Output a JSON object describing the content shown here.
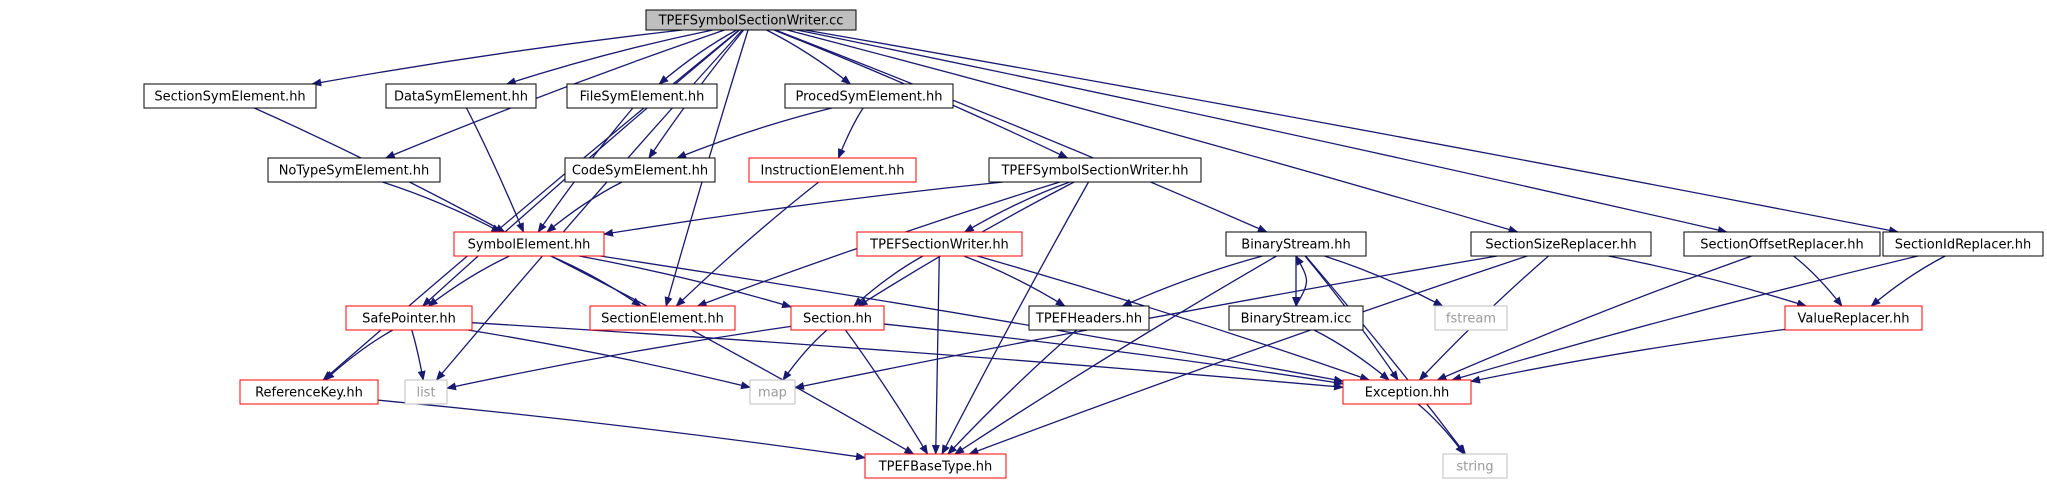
{
  "title": "",
  "colors": {
    "edge": "#191970",
    "root_fill": "#bfbfbf",
    "node_border": "#000000",
    "linked_border": "#ff0000",
    "system_border": "#bfbfbf",
    "background": "#ffffff"
  },
  "nodes": [
    {
      "id": "root",
      "label": "TPEFSymbolSectionWriter.cc",
      "style": "root"
    },
    {
      "id": "sectionsym",
      "label": "SectionSymElement.hh",
      "style": "black"
    },
    {
      "id": "datasym",
      "label": "DataSymElement.hh",
      "style": "black"
    },
    {
      "id": "filesym",
      "label": "FileSymElement.hh",
      "style": "black"
    },
    {
      "id": "procedsym",
      "label": "ProcedSymElement.hh",
      "style": "black"
    },
    {
      "id": "notypesym",
      "label": "NoTypeSymElement.hh",
      "style": "black"
    },
    {
      "id": "codesym",
      "label": "CodeSymElement.hh",
      "style": "black"
    },
    {
      "id": "instrelem",
      "label": "InstructionElement.hh",
      "style": "red"
    },
    {
      "id": "tpefsymwriter",
      "label": "TPEFSymbolSectionWriter.hh",
      "style": "black"
    },
    {
      "id": "symelem",
      "label": "SymbolElement.hh",
      "style": "red"
    },
    {
      "id": "tpefsecwriter",
      "label": "TPEFSectionWriter.hh",
      "style": "red"
    },
    {
      "id": "binstream",
      "label": "BinaryStream.hh",
      "style": "black"
    },
    {
      "id": "secsizerepl",
      "label": "SectionSizeReplacer.hh",
      "style": "black"
    },
    {
      "id": "secoffrepl",
      "label": "SectionOffsetReplacer.hh",
      "style": "black"
    },
    {
      "id": "secidrepl",
      "label": "SectionIdReplacer.hh",
      "style": "black"
    },
    {
      "id": "safeptr",
      "label": "SafePointer.hh",
      "style": "red"
    },
    {
      "id": "secelem",
      "label": "SectionElement.hh",
      "style": "red"
    },
    {
      "id": "section",
      "label": "Section.hh",
      "style": "red"
    },
    {
      "id": "tpefheaders",
      "label": "TPEFHeaders.hh",
      "style": "black"
    },
    {
      "id": "fstream",
      "label": "fstream",
      "style": "gray"
    },
    {
      "id": "binstreamicc",
      "label": "BinaryStream.icc",
      "style": "black"
    },
    {
      "id": "valuerepl",
      "label": "ValueReplacer.hh",
      "style": "red"
    },
    {
      "id": "refkey",
      "label": "ReferenceKey.hh",
      "style": "red"
    },
    {
      "id": "list",
      "label": "list",
      "style": "gray"
    },
    {
      "id": "map",
      "label": "map",
      "style": "gray"
    },
    {
      "id": "exception",
      "label": "Exception.hh",
      "style": "red"
    },
    {
      "id": "tpefbasetype",
      "label": "TPEFBaseType.hh",
      "style": "red"
    },
    {
      "id": "string",
      "label": "string",
      "style": "gray"
    }
  ],
  "edges": [
    [
      "root",
      "sectionsym"
    ],
    [
      "root",
      "datasym"
    ],
    [
      "root",
      "filesym"
    ],
    [
      "root",
      "procedsym"
    ],
    [
      "root",
      "notypesym"
    ],
    [
      "root",
      "codesym"
    ],
    [
      "root",
      "tpefsymwriter"
    ],
    [
      "root",
      "binstream"
    ],
    [
      "root",
      "secsizerepl"
    ],
    [
      "root",
      "secoffrepl"
    ],
    [
      "root",
      "secidrepl"
    ],
    [
      "root",
      "safeptr"
    ],
    [
      "root",
      "secelem"
    ],
    [
      "root",
      "refkey"
    ],
    [
      "root",
      "list"
    ],
    [
      "sectionsym",
      "symelem"
    ],
    [
      "datasym",
      "symelem"
    ],
    [
      "filesym",
      "symelem"
    ],
    [
      "procedsym",
      "codesym"
    ],
    [
      "procedsym",
      "instrelem"
    ],
    [
      "notypesym",
      "symelem"
    ],
    [
      "codesym",
      "symelem"
    ],
    [
      "instrelem",
      "secelem"
    ],
    [
      "tpefsymwriter",
      "symelem"
    ],
    [
      "tpefsymwriter",
      "secelem"
    ],
    [
      "tpefsymwriter",
      "tpefsecwriter"
    ],
    [
      "tpefsymwriter",
      "section"
    ],
    [
      "tpefsymwriter",
      "tpefbasetype"
    ],
    [
      "symelem",
      "safeptr"
    ],
    [
      "symelem",
      "secelem"
    ],
    [
      "symelem",
      "section"
    ],
    [
      "symelem",
      "exception"
    ],
    [
      "symelem",
      "tpefbasetype"
    ],
    [
      "tpefsecwriter",
      "section"
    ],
    [
      "tpefsecwriter",
      "tpefheaders"
    ],
    [
      "tpefsecwriter",
      "exception"
    ],
    [
      "tpefsecwriter",
      "tpefbasetype"
    ],
    [
      "binstream",
      "tpefheaders"
    ],
    [
      "binstream",
      "fstream"
    ],
    [
      "binstream",
      "binstreamicc"
    ],
    [
      "binstream",
      "exception"
    ],
    [
      "binstream",
      "tpefbasetype"
    ],
    [
      "binstream",
      "string"
    ],
    [
      "binstreamicc",
      "binstream"
    ],
    [
      "binstreamicc",
      "exception"
    ],
    [
      "secsizerepl",
      "valuerepl"
    ],
    [
      "secsizerepl",
      "exception"
    ],
    [
      "secsizerepl",
      "map"
    ],
    [
      "secsizerepl",
      "tpefbasetype"
    ],
    [
      "secoffrepl",
      "valuerepl"
    ],
    [
      "secoffrepl",
      "exception"
    ],
    [
      "secidrepl",
      "valuerepl"
    ],
    [
      "secidrepl",
      "exception"
    ],
    [
      "safeptr",
      "refkey"
    ],
    [
      "safeptr",
      "list"
    ],
    [
      "safeptr",
      "map"
    ],
    [
      "safeptr",
      "exception"
    ],
    [
      "section",
      "list"
    ],
    [
      "section",
      "map"
    ],
    [
      "section",
      "exception"
    ],
    [
      "section",
      "tpefbasetype"
    ],
    [
      "tpefheaders",
      "tpefbasetype"
    ],
    [
      "valuerepl",
      "exception"
    ],
    [
      "refkey",
      "tpefbasetype"
    ],
    [
      "exception",
      "string"
    ]
  ]
}
